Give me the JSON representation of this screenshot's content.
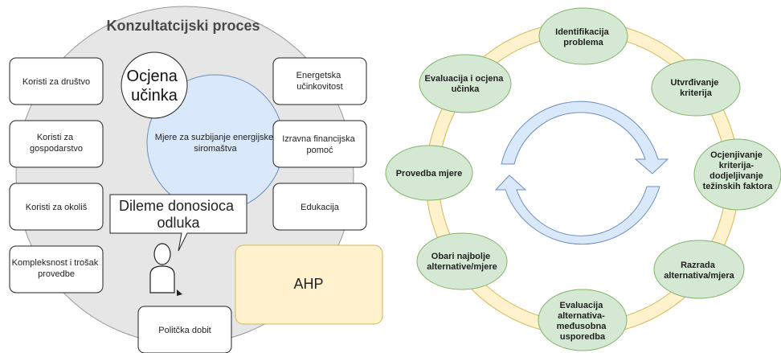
{
  "left": {
    "title": "Konzultatcijski proces",
    "ocjena": [
      "Ocjena",
      "učinka"
    ],
    "center": [
      "Mjere za suzbijanje energijske",
      "siromaštva"
    ],
    "left_boxes": [
      [
        "Koristi za društvo"
      ],
      [
        "Koristi za",
        "gospodarstvo"
      ],
      [
        "Koristi za okoliš"
      ],
      [
        "Kompleksnost i trošak",
        "provedbe"
      ]
    ],
    "right_boxes": [
      [
        "Energetska",
        "učinkovitost"
      ],
      [
        "Izravna financijska",
        "pomoć"
      ],
      [
        "Edukacija"
      ]
    ],
    "callout": [
      "Dileme donosioca",
      "odluka"
    ],
    "bottom_box": "Politčka dobit",
    "ahp": "AHP"
  },
  "cycle": {
    "steps": [
      [
        "Identifikacija",
        "problema"
      ],
      [
        "Utvrđivanje",
        "kriterija"
      ],
      [
        "Ocjenjivanje",
        "kriterija-",
        "dodjeljivanje",
        "težinskih faktora"
      ],
      [
        "Razrada",
        "alternativa/mjera"
      ],
      [
        "Evaluacija",
        "alternativa-",
        "međusobna",
        "usporedba"
      ],
      [
        "Obari najbolje",
        "alternative/mjere"
      ],
      [
        "Provedba mjere"
      ],
      [
        "Evaluacija i ocjena",
        "učinka"
      ]
    ]
  },
  "colors": {
    "outer_circle": "#e6e6e6",
    "inner_circle": "#dae8fc",
    "inner_stroke": "#6c8ebf",
    "ahp_fill": "#fff2cc",
    "ahp_stroke": "#d6b656",
    "ring": "#fff2cc",
    "node_fill": "#d5e8d4",
    "node_stroke": "#82b366"
  }
}
